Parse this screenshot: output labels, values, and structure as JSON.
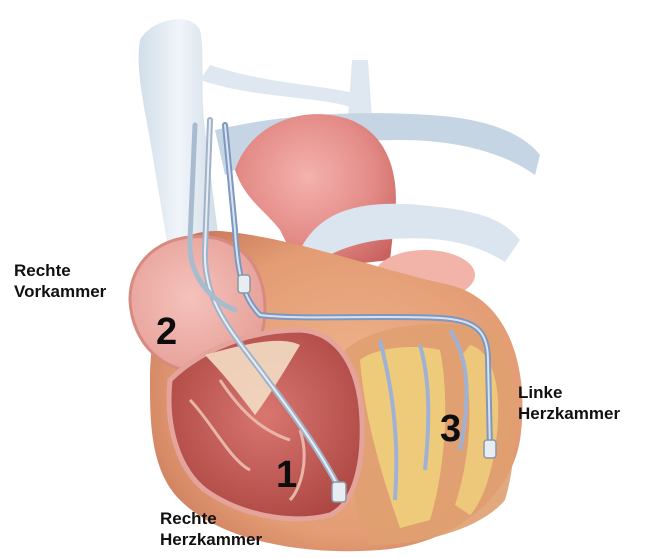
{
  "labels": {
    "right_atrium": {
      "line1": "Rechte",
      "line2": "Vorkammer"
    },
    "right_ventricle": {
      "line1": "Rechte",
      "line2": "Herzkammer"
    },
    "left_ventricle": {
      "line1": "Linke",
      "line2": "Herzkammer"
    }
  },
  "numbers": {
    "right_ventricle": "1",
    "right_atrium": "2",
    "left_ventricle": "3"
  },
  "colors": {
    "vessel": "#dde8f1",
    "aorta": "#e58f8c",
    "heart_muscle": "#e6a27b",
    "chamber_inner": "#c85d5a",
    "fat": "#efd27d",
    "lead": "#8ea9cc"
  }
}
